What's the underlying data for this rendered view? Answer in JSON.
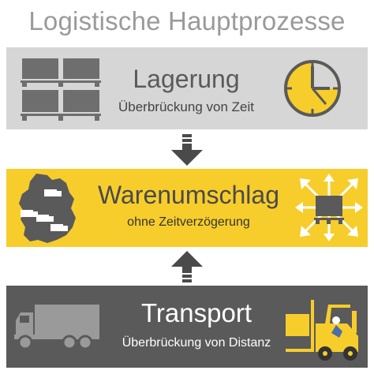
{
  "title": "Logistische Hauptprozesse",
  "panels": [
    {
      "heading": "Lagerung",
      "subheading": "Überbrückung von Zeit"
    },
    {
      "heading": "Warenumschlag",
      "subheading": "ohne Zeitverzögerung"
    },
    {
      "heading": "Transport",
      "subheading": "Überbrückung von Distanz"
    }
  ],
  "colors": {
    "accent_yellow": "#f7cd2c",
    "panel_gray": "#d6d6d6",
    "panel_dark": "#5a5a5a",
    "icon_gray": "#6e6e6e",
    "arrow_dark": "#4a4a4a"
  },
  "icons": [
    "pallet-stack-icon",
    "clock-icon",
    "germany-map-icon",
    "distribution-arrows-icon",
    "truck-icon",
    "forklift-icon"
  ]
}
